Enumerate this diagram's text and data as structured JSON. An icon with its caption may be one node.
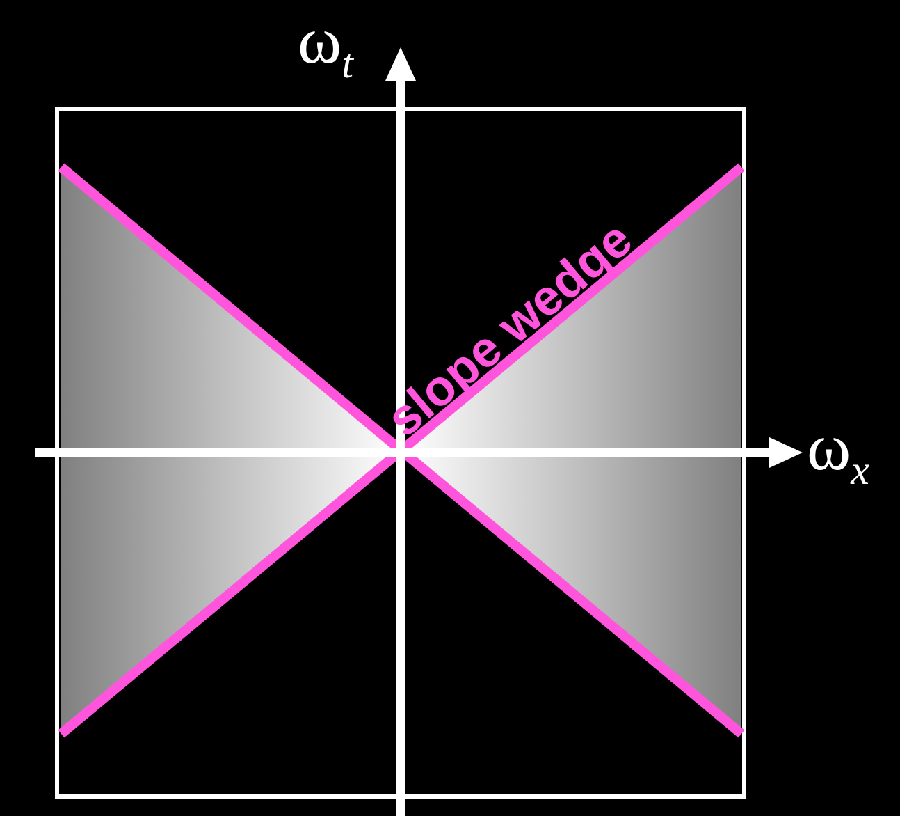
{
  "diagram": {
    "labels": [
      "ω$_{t}$",
      "slope wedge",
      "ω$_{x}$"
    ]
  }
}
